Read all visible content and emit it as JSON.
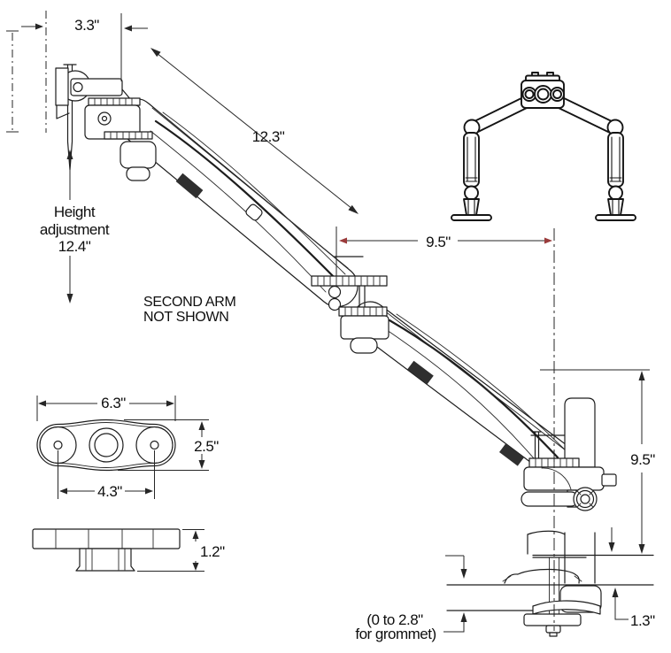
{
  "colors": {
    "background": "#ffffff",
    "line": "#1d1d1d",
    "dimension_line": "#262626",
    "red_arrowhead": "#9a3b3b"
  },
  "side_view": {
    "dim_top_offset": "3.3\"",
    "dim_arm_length": "12.3\"",
    "height_adjustment_line1": "Height",
    "height_adjustment_line2": "adjustment",
    "height_adjustment_line3": "12.4\"",
    "note_line1": "SECOND ARM",
    "note_line2": "NOT SHOWN",
    "dim_horizontal_reach": "9.5\"",
    "dim_vertical_rise": "9.5\"",
    "dim_desk_clamp": "1.3\"",
    "grommet_line1": "(0 to 2.8\"",
    "grommet_line2": "for grommet)"
  },
  "base_plate": {
    "dim_width": "6.3\"",
    "dim_depth": "2.5\"",
    "dim_hole_spacing": "4.3\"",
    "dim_thickness": "1.2\""
  }
}
